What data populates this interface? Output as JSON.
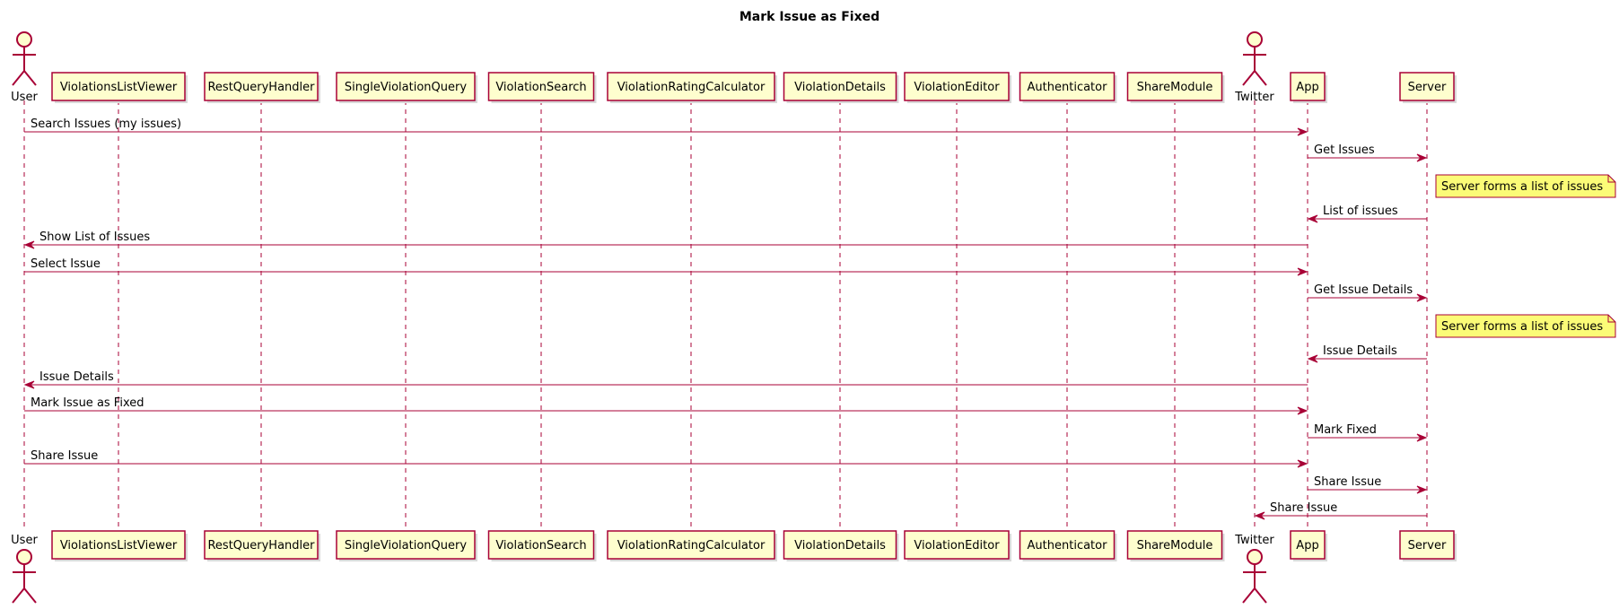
{
  "diagram": {
    "title": "Mark Issue as Fixed",
    "colors": {
      "participant_fill": "#FEFECE",
      "border": "#A80036",
      "note_fill": "#FBFB77",
      "text": "#000000"
    },
    "participants": [
      {
        "id": "User",
        "label": "User",
        "kind": "actor"
      },
      {
        "id": "ViolationsListViewer",
        "label": "ViolationsListViewer",
        "kind": "participant"
      },
      {
        "id": "RestQueryHandler",
        "label": "RestQueryHandler",
        "kind": "participant"
      },
      {
        "id": "SingleViolationQuery",
        "label": "SingleViolationQuery",
        "kind": "participant"
      },
      {
        "id": "ViolationSearch",
        "label": "ViolationSearch",
        "kind": "participant"
      },
      {
        "id": "ViolationRatingCalculator",
        "label": "ViolationRatingCalculator",
        "kind": "participant"
      },
      {
        "id": "ViolationDetails",
        "label": "ViolationDetails",
        "kind": "participant"
      },
      {
        "id": "ViolationEditor",
        "label": "ViolationEditor",
        "kind": "participant"
      },
      {
        "id": "Authenticator",
        "label": "Authenticator",
        "kind": "participant"
      },
      {
        "id": "ShareModule",
        "label": "ShareModule",
        "kind": "participant"
      },
      {
        "id": "Twitter",
        "label": "Twitter",
        "kind": "actor"
      },
      {
        "id": "App",
        "label": "App",
        "kind": "participant"
      },
      {
        "id": "Server",
        "label": "Server",
        "kind": "participant"
      }
    ],
    "steps": [
      {
        "type": "message",
        "from": "User",
        "to": "App",
        "label": "Search Issues (my issues)"
      },
      {
        "type": "message",
        "from": "App",
        "to": "Server",
        "label": "Get Issues"
      },
      {
        "type": "note",
        "over": "Server",
        "text": "Server forms a list of issues"
      },
      {
        "type": "message",
        "from": "Server",
        "to": "App",
        "label": "List of issues"
      },
      {
        "type": "message",
        "from": "App",
        "to": "User",
        "label": "Show List of Issues"
      },
      {
        "type": "message",
        "from": "User",
        "to": "App",
        "label": "Select Issue"
      },
      {
        "type": "message",
        "from": "App",
        "to": "Server",
        "label": "Get Issue Details"
      },
      {
        "type": "note",
        "over": "Server",
        "text": "Server forms a list of issues"
      },
      {
        "type": "message",
        "from": "Server",
        "to": "App",
        "label": "Issue Details"
      },
      {
        "type": "message",
        "from": "App",
        "to": "User",
        "label": "Issue Details"
      },
      {
        "type": "message",
        "from": "User",
        "to": "App",
        "label": "Mark Issue as Fixed"
      },
      {
        "type": "message",
        "from": "App",
        "to": "Server",
        "label": "Mark Fixed"
      },
      {
        "type": "message",
        "from": "User",
        "to": "App",
        "label": "Share Issue"
      },
      {
        "type": "message",
        "from": "App",
        "to": "Server",
        "label": "Share Issue"
      },
      {
        "type": "message",
        "from": "Server",
        "to": "Twitter",
        "label": "Share Issue"
      }
    ]
  }
}
